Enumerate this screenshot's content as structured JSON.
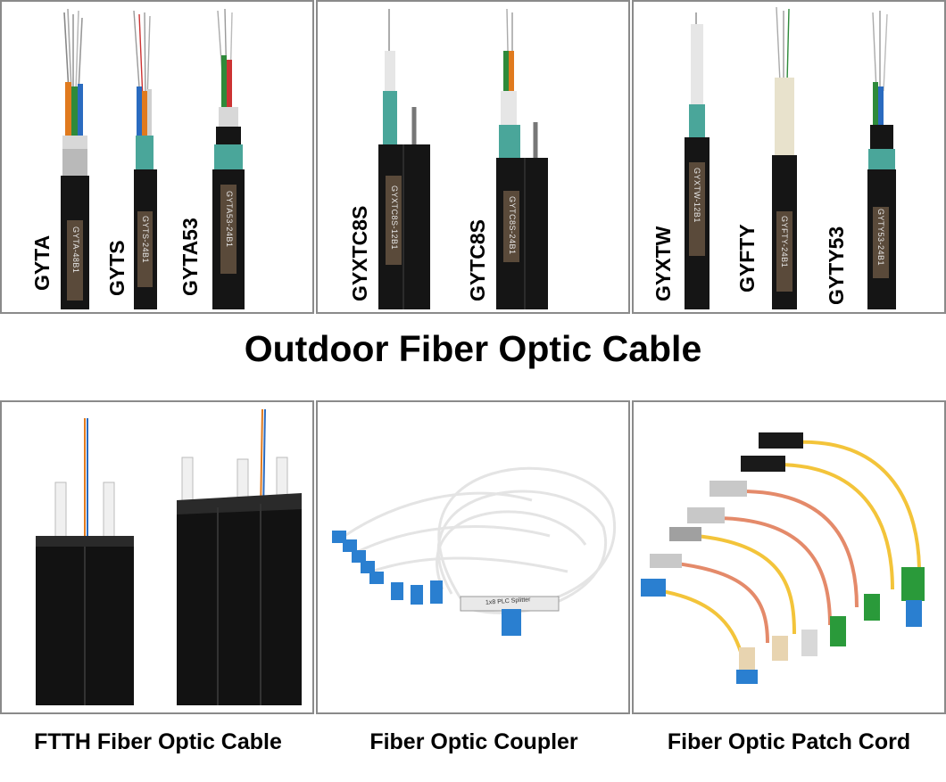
{
  "colors": {
    "panel_border": "#8a8a8a",
    "jacket": "#151515",
    "armor": "#4aa69a",
    "text": "#000000",
    "tag_bg": "#5a4a3a"
  },
  "outdoor_panels": [
    {
      "cables": [
        {
          "name": "GYTA",
          "tag": "GYTA-48B1"
        },
        {
          "name": "GYTS",
          "tag": "GYTS-24B1"
        },
        {
          "name": "GYTA53",
          "tag": "GYTA53-24B1"
        }
      ]
    },
    {
      "cables": [
        {
          "name": "GYXTC8S",
          "tag": "GYXTC8S-12B1"
        },
        {
          "name": "GYTC8S",
          "tag": "GYTC8S-24B1"
        }
      ]
    },
    {
      "cables": [
        {
          "name": "GYXTW",
          "tag": "GYXTW-12B1"
        },
        {
          "name": "GYFTY",
          "tag": "GYFTY-24B1"
        },
        {
          "name": "GYTY53",
          "tag": "GYTY53-24B1"
        }
      ]
    }
  ],
  "headline": "Outdoor Fiber Optic Cable",
  "splitter_label": "1x8 PLC Splitter",
  "captions": {
    "ftth": "FTTH Fiber Optic Cable",
    "coupler": "Fiber Optic Coupler",
    "patch": "Fiber Optic Patch Cord"
  }
}
